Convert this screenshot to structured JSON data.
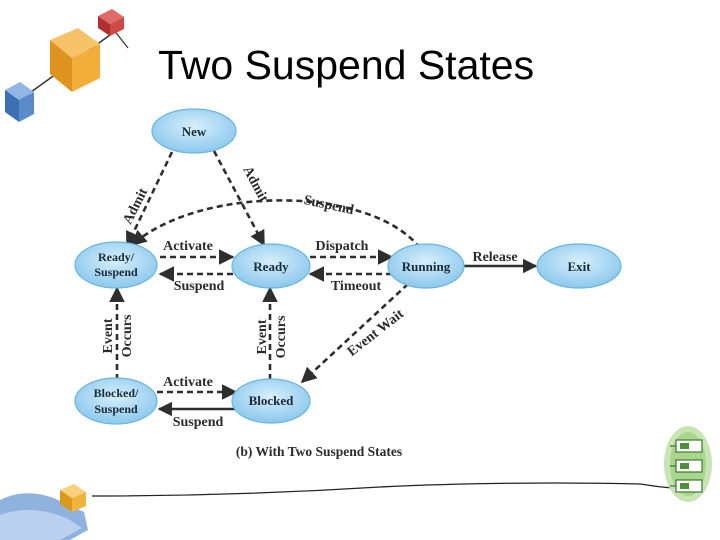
{
  "slide": {
    "title": "Two Suspend States"
  },
  "diagram": {
    "caption": "(b) With Two Suspend States",
    "states": {
      "new": "New",
      "ready_suspend_1": "Ready/",
      "ready_suspend_2": "Suspend",
      "ready": "Ready",
      "running": "Running",
      "exit": "Exit",
      "blocked_suspend_1": "Blocked/",
      "blocked_suspend_2": "Suspend",
      "blocked": "Blocked"
    },
    "transitions": {
      "admit_left": "Admit",
      "admit_right": "Admit",
      "suspend_running": "Suspend",
      "activate_ready": "Activate",
      "suspend_ready": "Suspend",
      "dispatch": "Dispatch",
      "timeout": "Timeout",
      "release": "Release",
      "event_occurs_left_1": "Event",
      "event_occurs_left_2": "Occurs",
      "event_occurs_mid_1": "Event",
      "event_occurs_mid_2": "Occurs",
      "event_wait": "Event Wait",
      "activate_blocked": "Activate",
      "suspend_blocked": "Suspend"
    },
    "colors": {
      "node_fill": "#9dd3f2",
      "node_stroke": "#5aaedc",
      "arrow": "#2e2e2e"
    }
  },
  "decorations": {
    "top_left": "flying-cubes-clipart",
    "bottom_left": "hand-holding-cube-clipart",
    "bottom_right": "stacked-green-blocks-clipart"
  }
}
